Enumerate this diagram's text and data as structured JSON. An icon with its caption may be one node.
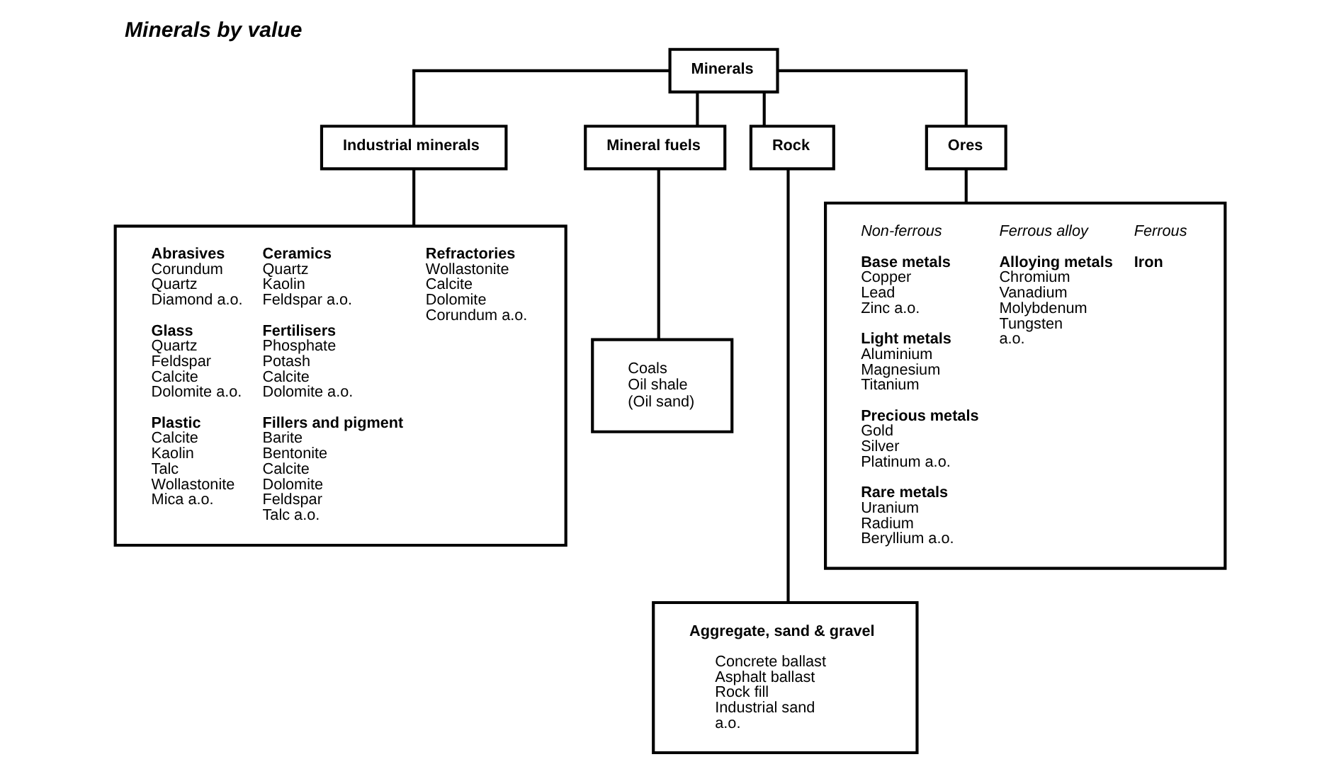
{
  "diagram": {
    "title": "Minerals by value",
    "nodes": [
      {
        "text": [
          "Minerals"
        ]
      },
      {
        "text": [
          "Industrial minerals"
        ]
      },
      {
        "text": [
          "Mineral fuels"
        ]
      },
      {
        "text": [
          "Rock"
        ]
      },
      {
        "text": [
          "Ores"
        ]
      },
      {
        "text": [
          "Abrasives",
          "Corundum",
          "Quartz",
          "Diamond a.o.",
          "Ceramics",
          "Quartz",
          "Kaolin",
          "Feldspar a.o.",
          "Refractories",
          "Wollastonite",
          "Calcite",
          "Dolomite",
          "Corundum a.o.",
          "Glass",
          "Quartz",
          "Feldspar",
          "Calcite",
          "Dolomite a.o.",
          "Fertilisers",
          "Phosphate",
          "Potash",
          "Calcite",
          "Dolomite a.o.",
          "Plastic",
          "Calcite",
          "Kaolin",
          "Talc",
          "Wollastonite",
          "Mica a.o.",
          "Fillers and pigment",
          "Barite",
          "Bentonite",
          "Calcite",
          "Dolomite",
          "Feldspar",
          "Talc a.o."
        ]
      },
      {
        "text": [
          "Coals",
          "Oil shale",
          "(Oil sand)"
        ]
      },
      {
        "text": [
          "Aggregate, sand & gravel",
          "Concrete ballast",
          "Asphalt ballast",
          "Rock fill",
          "Industrial sand",
          "a.o."
        ]
      },
      {
        "text": [
          "Non-ferrous",
          "Ferrous alloy",
          "Ferrous",
          "Base metals",
          "Copper",
          "Lead",
          "Zinc a.o.",
          "Light metals",
          "Aluminium",
          "Magnesium",
          "Titanium",
          "Precious metals",
          "Gold",
          "Silver",
          "Platinum a.o.",
          "Rare metals",
          "Uranium",
          "Radium",
          "Beryllium a.o.",
          "Alloying metals",
          "Chromium",
          "Vanadium",
          "Molybdenum",
          "Tungsten",
          "a.o.",
          "Iron"
        ]
      }
    ],
    "edges": [
      {
        "from": 0,
        "to": 1,
        "arrow": "none"
      },
      {
        "from": 0,
        "to": 2,
        "arrow": "none"
      },
      {
        "from": 0,
        "to": 3,
        "arrow": "none"
      },
      {
        "from": 0,
        "to": 4,
        "arrow": "none"
      },
      {
        "from": 1,
        "to": 5,
        "arrow": "none"
      },
      {
        "from": 2,
        "to": 6,
        "arrow": "none"
      },
      {
        "from": 3,
        "to": 7,
        "arrow": "none"
      },
      {
        "from": 4,
        "to": 8,
        "arrow": "none"
      }
    ]
  }
}
